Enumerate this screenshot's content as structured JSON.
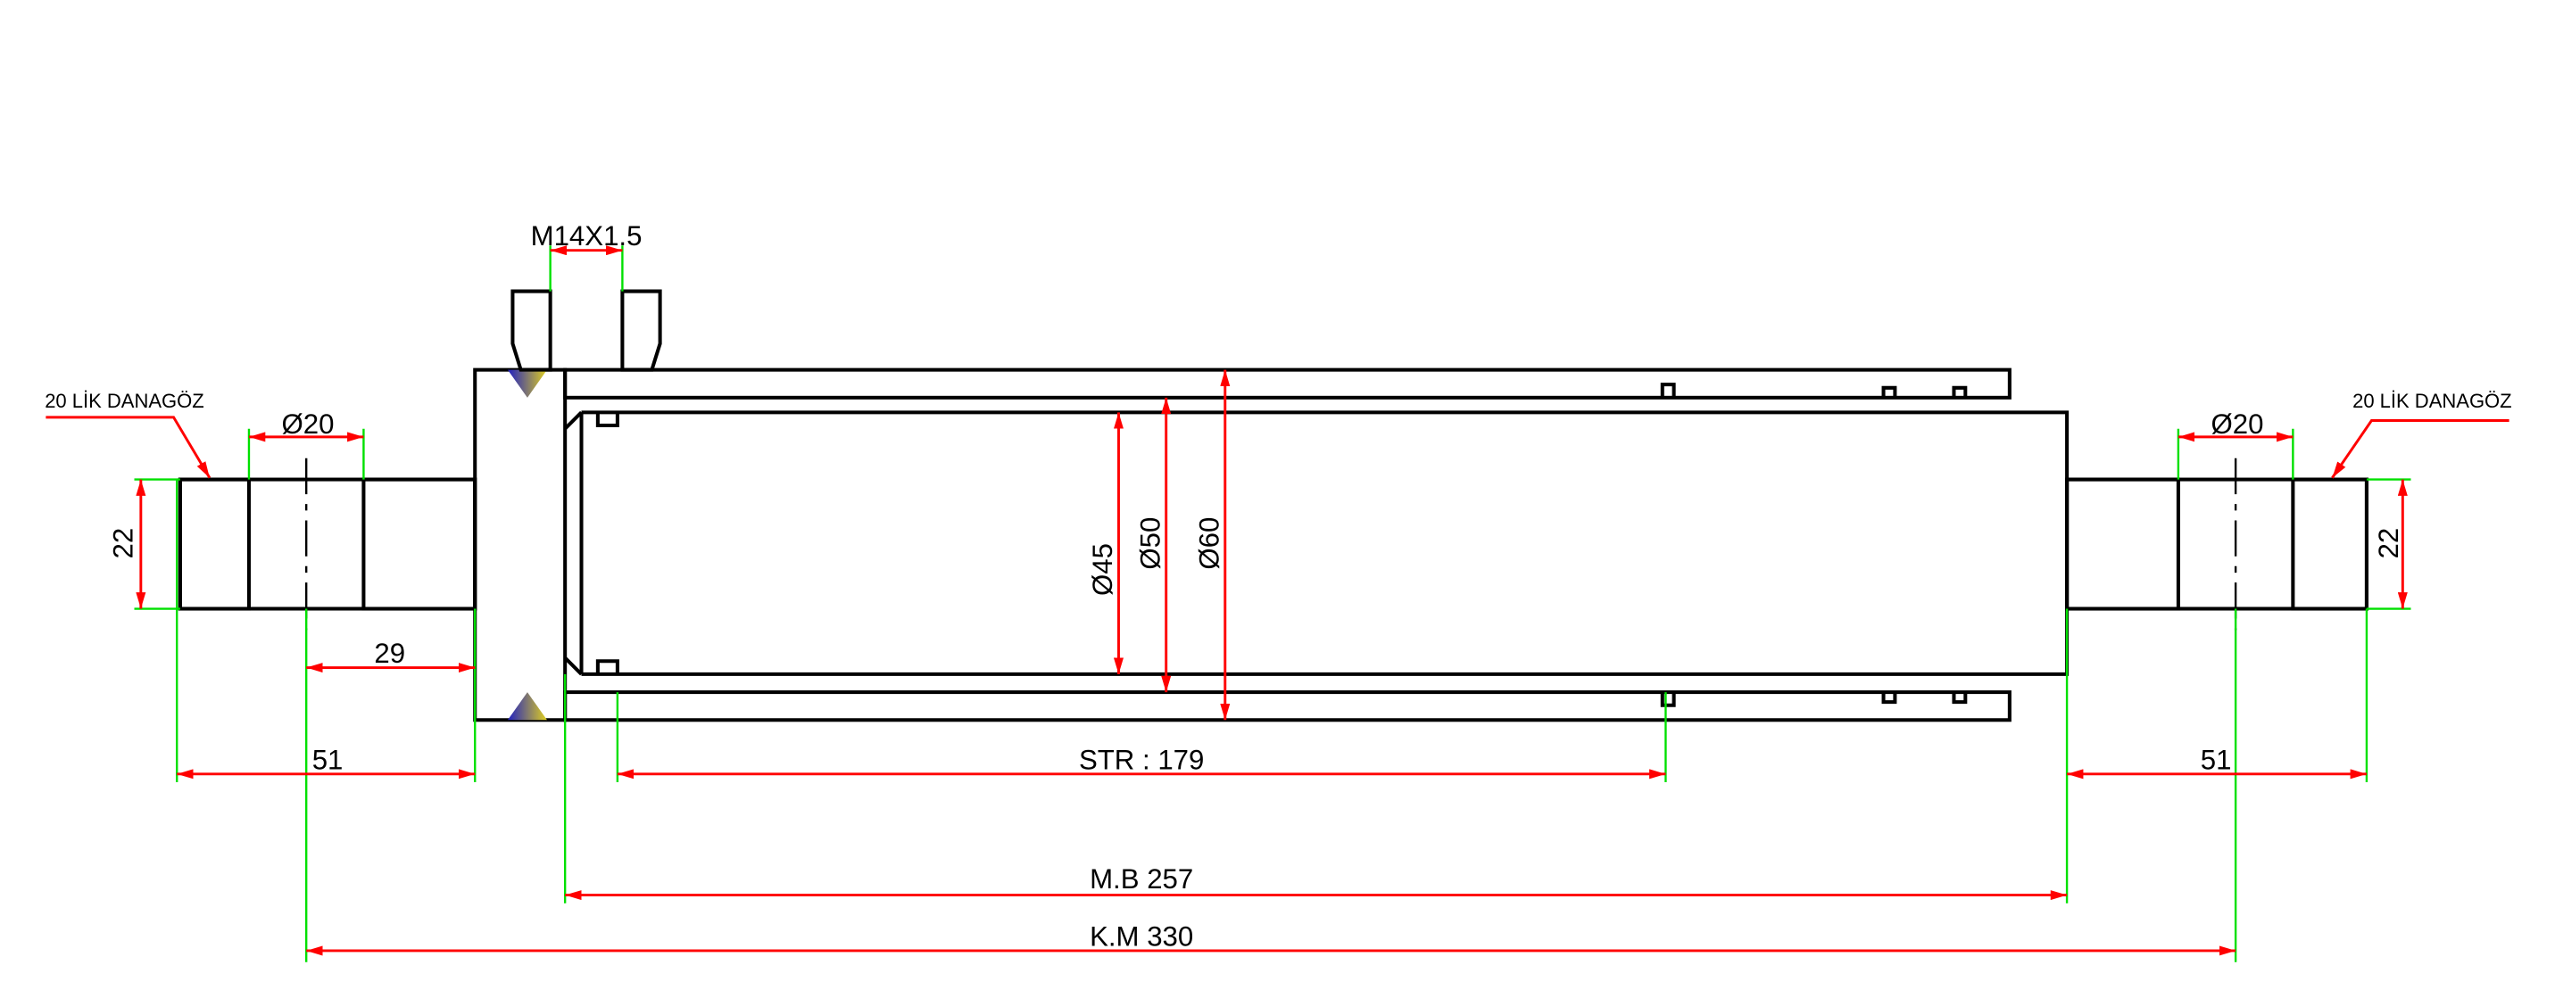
{
  "drawing": {
    "port_thread": "M14X1.5",
    "left_eye_label": "20 LİK DANAGÖZ",
    "right_eye_label": "20 LİK DANAGÖZ",
    "left_eye_hole": "Ø20",
    "right_eye_hole": "Ø20",
    "left_eye_width": "22",
    "right_eye_width": "22",
    "left_eye_offset": "29",
    "left_eye_length": "51",
    "right_eye_length": "51",
    "rod_dia": "Ø45",
    "bore_dia": "Ø50",
    "tube_outer_dia": "Ø60",
    "stroke": "STR : 179",
    "closed_body": "M.B 257",
    "closed_length": "K.M 330"
  },
  "colors": {
    "dimension": "#ff0000",
    "extension": "#00e000",
    "outline": "#000000"
  }
}
